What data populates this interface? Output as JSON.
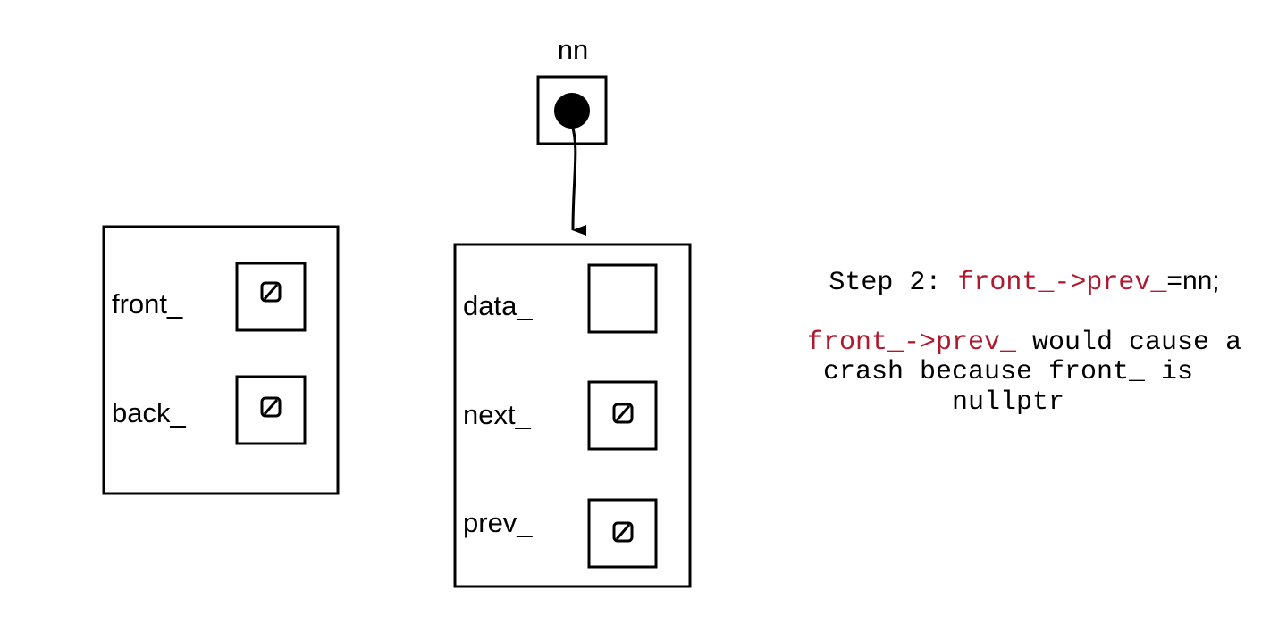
{
  "list": {
    "fields": [
      {
        "label": "front_",
        "value": "null-icon"
      },
      {
        "label": "back_",
        "value": "null-icon"
      }
    ]
  },
  "pointer": {
    "label": "nn"
  },
  "node": {
    "fields": [
      {
        "label": "data_",
        "value": "empty"
      },
      {
        "label": "next_",
        "value": "null-icon"
      },
      {
        "label": "prev_",
        "value": "null-icon"
      }
    ]
  },
  "explanation": {
    "step_prefix": "Step 2: ",
    "step_code": "front_->prev_",
    "step_suffix": "=nn;",
    "line1_code": "front_->prev_",
    "line1_rest": " would cause a",
    "line2": "crash because front_ is",
    "line3": "nullptr"
  },
  "colors": {
    "code": "#b0182e",
    "stroke": "#000000"
  }
}
